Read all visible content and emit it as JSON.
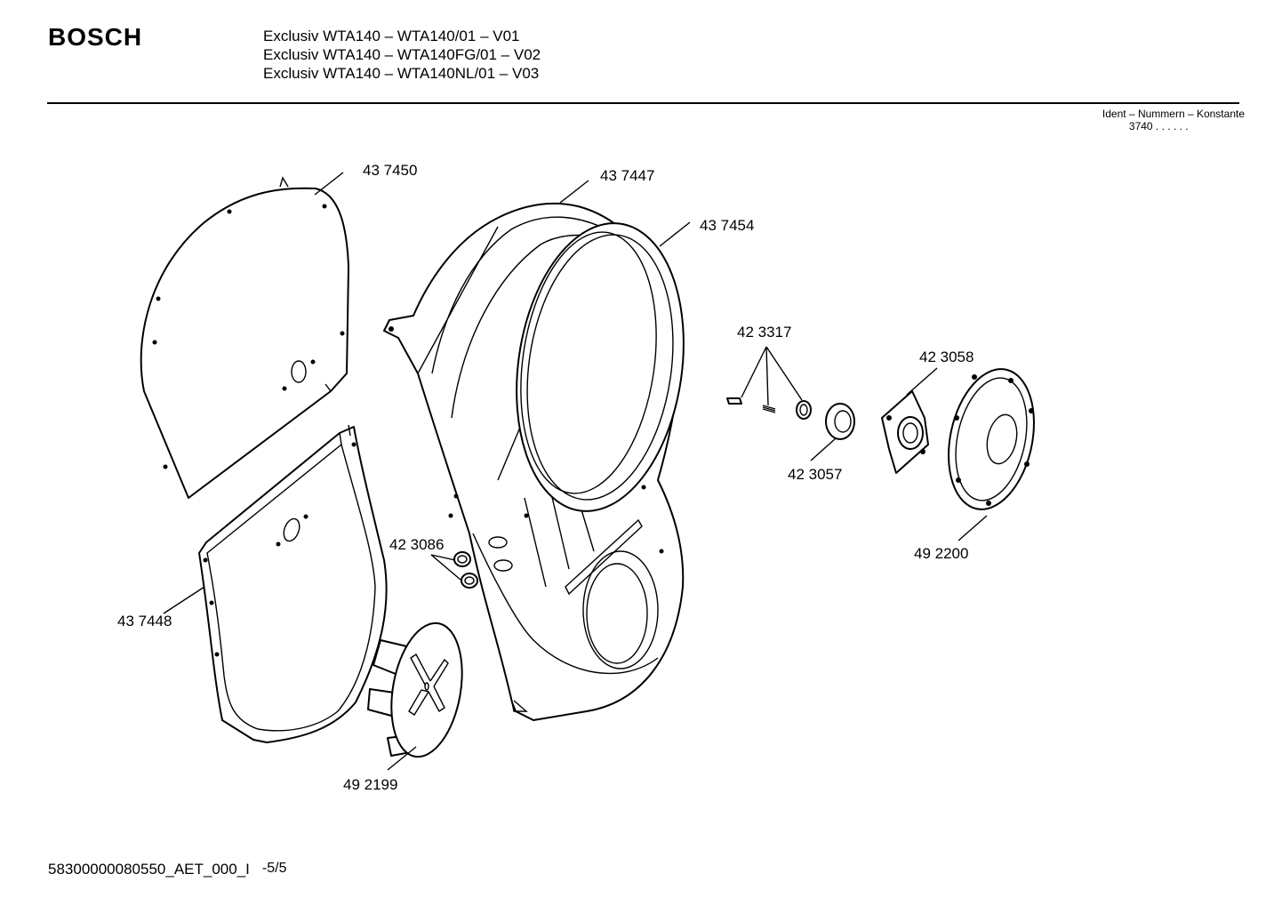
{
  "header": {
    "brand": "BOSCH",
    "model_lines": [
      "Exclusiv WTA140 – WTA140/01 – V01",
      "Exclusiv WTA140 – WTA140FG/01 – V02",
      "Exclusiv WTA140 – WTA140NL/01 – V03"
    ],
    "ident_label": "Ident – Nummern – Konstante",
    "ident_value": "3740  . .    . . . ."
  },
  "parts": {
    "p437450": "43 7450",
    "p437447": "43 7447",
    "p437454": "43 7454",
    "p423317": "42 3317",
    "p423058": "42 3058",
    "p423057": "42 3057",
    "p492200": "49 2200",
    "p423086": "42 3086",
    "p437448": "43 7448",
    "p492199": "49 2199"
  },
  "footer": {
    "doc_id": "58300000080550_AET_000_I",
    "page": "-5/5"
  }
}
